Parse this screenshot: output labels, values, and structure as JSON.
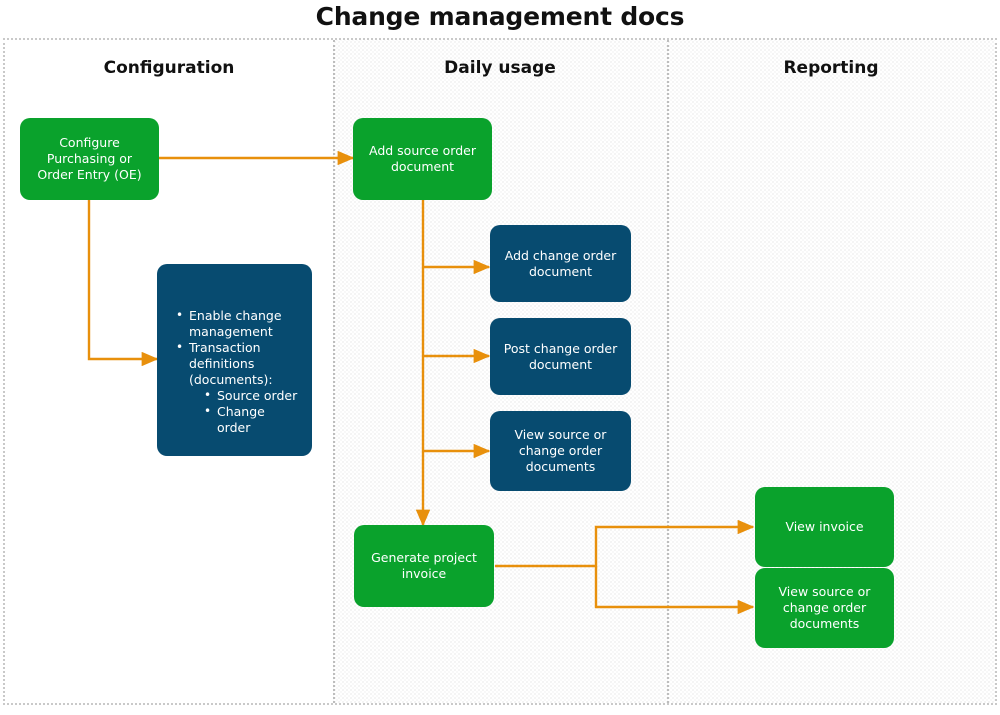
{
  "title": "Change management docs",
  "colors": {
    "green": "#0aa22c",
    "navy": "#074b70",
    "connector": "#e8900c",
    "lane_border": "#c9c9c9",
    "lane_divider": "#bdbdbd",
    "title_text": "#111111",
    "node_text": "#ffffff"
  },
  "lanes": [
    {
      "id": "configuration",
      "title": "Configuration",
      "stippled": false
    },
    {
      "id": "daily-usage",
      "title": "Daily usage",
      "stippled": true
    },
    {
      "id": "reporting",
      "title": "Reporting",
      "stippled": true
    }
  ],
  "nodes": {
    "configure_purchasing": {
      "label": "Configure\nPurchasing or\nOrder Entry (OE)",
      "color": "green",
      "lane": "configuration"
    },
    "enable_change_management": {
      "color": "navy",
      "lane": "configuration",
      "bullets": [
        {
          "text": "Enable change management"
        },
        {
          "text": "Transaction definitions (documents):",
          "children": [
            {
              "text": "Source order"
            },
            {
              "text": "Change order"
            }
          ]
        }
      ]
    },
    "add_source_order": {
      "label": "Add source order\ndocument",
      "color": "green",
      "lane": "daily-usage"
    },
    "add_change_order": {
      "label": "Add change order\ndocument",
      "color": "navy",
      "lane": "daily-usage"
    },
    "post_change_order": {
      "label": "Post change order\ndocument",
      "color": "navy",
      "lane": "daily-usage"
    },
    "view_source_or_change_order_daily": {
      "label": "View source or\nchange order\ndocuments",
      "color": "navy",
      "lane": "daily-usage"
    },
    "generate_project_invoice": {
      "label": "Generate project\ninvoice",
      "color": "green",
      "lane": "daily-usage"
    },
    "view_invoice": {
      "label": "View invoice",
      "color": "green",
      "lane": "reporting"
    },
    "view_source_or_change_order_reporting": {
      "label": "View source or\nchange order\ndocuments",
      "color": "green",
      "lane": "reporting"
    }
  },
  "connections": [
    {
      "from": "configure_purchasing",
      "to": "add_source_order"
    },
    {
      "from": "configure_purchasing",
      "to": "enable_change_management"
    },
    {
      "from": "add_source_order",
      "to": "add_change_order"
    },
    {
      "from": "add_source_order",
      "to": "post_change_order"
    },
    {
      "from": "add_source_order",
      "to": "view_source_or_change_order_daily"
    },
    {
      "from": "add_source_order",
      "to": "generate_project_invoice"
    },
    {
      "from": "generate_project_invoice",
      "to": "view_invoice"
    },
    {
      "from": "generate_project_invoice",
      "to": "view_source_or_change_order_reporting"
    }
  ]
}
